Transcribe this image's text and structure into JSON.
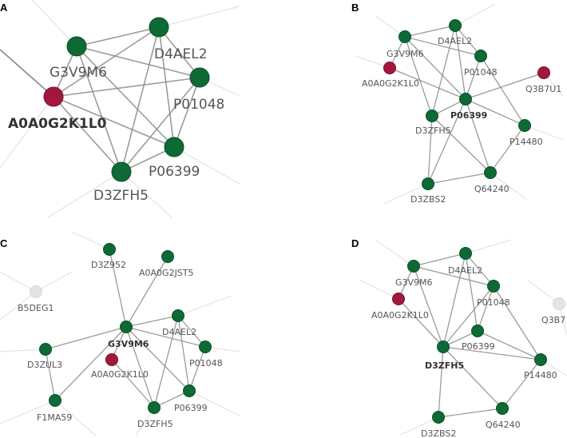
{
  "colors": {
    "green_node": "#0d6a35",
    "green_stroke": "#0a4f28",
    "red_node": "#a3173d",
    "red_stroke": "#7a1030",
    "grey_node": "#e4e4e4",
    "edge": "#8a8a8a",
    "faint_edge": "#e3e3e3",
    "label": "#555555"
  },
  "panels": [
    {
      "letter": "A",
      "nodes": [
        {
          "id": "A0A0G2K1L0",
          "label": "A0A0G2K1L0",
          "color": "red",
          "bold": true
        },
        {
          "id": "G3V9M6",
          "label": "G3V9M6",
          "color": "green"
        },
        {
          "id": "D4AEL2",
          "label": "D4AEL2",
          "color": "green"
        },
        {
          "id": "P01048",
          "label": "P01048",
          "color": "green"
        },
        {
          "id": "P06399",
          "label": "P06399",
          "color": "green"
        },
        {
          "id": "D3ZFH5",
          "label": "D3ZFH5",
          "color": "green"
        }
      ],
      "edges": [
        [
          "A0A0G2K1L0",
          "G3V9M6"
        ],
        [
          "A0A0G2K1L0",
          "D4AEL2"
        ],
        [
          "A0A0G2K1L0",
          "P01048"
        ],
        [
          "A0A0G2K1L0",
          "P06399"
        ],
        [
          "A0A0G2K1L0",
          "D3ZFH5"
        ],
        [
          "G3V9M6",
          "D4AEL2"
        ],
        [
          "G3V9M6",
          "P01048"
        ],
        [
          "G3V9M6",
          "D3ZFH5"
        ],
        [
          "G3V9M6",
          "P06399"
        ],
        [
          "D4AEL2",
          "P01048"
        ],
        [
          "D4AEL2",
          "D3ZFH5"
        ],
        [
          "D4AEL2",
          "P06399"
        ],
        [
          "P01048",
          "P06399"
        ],
        [
          "P01048",
          "D3ZFH5"
        ],
        [
          "D3ZFH5",
          "P06399"
        ]
      ]
    },
    {
      "letter": "B",
      "nodes": [
        {
          "id": "G3V9M6",
          "label": "G3V9M6",
          "color": "green"
        },
        {
          "id": "D4AEL2",
          "label": "D4AEL2",
          "color": "green"
        },
        {
          "id": "A0A0G2K1L0",
          "label": "A0A0G2K1L0",
          "color": "red"
        },
        {
          "id": "P01048",
          "label": "P01048",
          "color": "green"
        },
        {
          "id": "Q3B7U1",
          "label": "Q3B7U1",
          "color": "red"
        },
        {
          "id": "P06399",
          "label": "P06399",
          "color": "green",
          "bold": true
        },
        {
          "id": "D3ZFH5",
          "label": "D3ZFH5",
          "color": "green"
        },
        {
          "id": "P14480",
          "label": "P14480",
          "color": "green"
        },
        {
          "id": "D3ZBS2",
          "label": "D3ZBS2",
          "color": "green"
        },
        {
          "id": "Q64240",
          "label": "Q64240",
          "color": "green"
        }
      ],
      "edges": [
        [
          "P06399",
          "G3V9M6"
        ],
        [
          "P06399",
          "D4AEL2"
        ],
        [
          "P06399",
          "A0A0G2K1L0"
        ],
        [
          "P06399",
          "P01048"
        ],
        [
          "P06399",
          "Q3B7U1"
        ],
        [
          "P06399",
          "D3ZFH5"
        ],
        [
          "P06399",
          "P14480"
        ],
        [
          "P06399",
          "D3ZBS2"
        ],
        [
          "P06399",
          "Q64240"
        ],
        [
          "G3V9M6",
          "D4AEL2"
        ],
        [
          "G3V9M6",
          "P01048"
        ],
        [
          "G3V9M6",
          "D3ZFH5"
        ],
        [
          "G3V9M6",
          "A0A0G2K1L0"
        ],
        [
          "D4AEL2",
          "P01048"
        ],
        [
          "D4AEL2",
          "D3ZFH5"
        ],
        [
          "P01048",
          "P14480"
        ],
        [
          "D3ZFH5",
          "D3ZBS2"
        ],
        [
          "D3ZFH5",
          "Q64240"
        ],
        [
          "P14480",
          "Q64240"
        ],
        [
          "D3ZBS2",
          "Q64240"
        ]
      ]
    },
    {
      "letter": "C",
      "nodes": [
        {
          "id": "D3Z952",
          "label": "D3Z952",
          "color": "green"
        },
        {
          "id": "A0A0G2JST5",
          "label": "A0A0G2JST5",
          "color": "green"
        },
        {
          "id": "B5DEG1",
          "label": "B5DEG1",
          "color": "grey"
        },
        {
          "id": "G3V9M6",
          "label": "G3V9M6",
          "color": "green",
          "bold": true
        },
        {
          "id": "D4AEL2",
          "label": "D4AEL2",
          "color": "green"
        },
        {
          "id": "D3ZUL3",
          "label": "D3ZUL3",
          "color": "green"
        },
        {
          "id": "A0A0G2K1L0",
          "label": "A0A0G2K1L0",
          "color": "red"
        },
        {
          "id": "P01048",
          "label": "P01048",
          "color": "green"
        },
        {
          "id": "P06399",
          "label": "P06399",
          "color": "green"
        },
        {
          "id": "F1MA59",
          "label": "F1MA59",
          "color": "green"
        },
        {
          "id": "D3ZFH5",
          "label": "D3ZFH5",
          "color": "green"
        }
      ],
      "edges": [
        [
          "G3V9M6",
          "D3Z952"
        ],
        [
          "G3V9M6",
          "A0A0G2JST5"
        ],
        [
          "G3V9M6",
          "D4AEL2"
        ],
        [
          "G3V9M6",
          "D3ZUL3"
        ],
        [
          "G3V9M6",
          "A0A0G2K1L0"
        ],
        [
          "G3V9M6",
          "P01048"
        ],
        [
          "G3V9M6",
          "P06399"
        ],
        [
          "G3V9M6",
          "D3ZFH5"
        ],
        [
          "G3V9M6",
          "F1MA59"
        ],
        [
          "D3ZUL3",
          "F1MA59"
        ],
        [
          "D4AEL2",
          "P01048"
        ],
        [
          "D4AEL2",
          "D3ZFH5"
        ],
        [
          "D4AEL2",
          "P06399"
        ],
        [
          "A0A0G2K1L0",
          "D3ZFH5"
        ],
        [
          "P01048",
          "P06399"
        ],
        [
          "D3ZFH5",
          "P06399"
        ]
      ]
    },
    {
      "letter": "D",
      "nodes": [
        {
          "id": "D4AEL2",
          "label": "D4AEL2",
          "color": "green"
        },
        {
          "id": "G3V9M6",
          "label": "G3V9M6",
          "color": "green"
        },
        {
          "id": "P01048",
          "label": "P01048",
          "color": "green"
        },
        {
          "id": "A0A0G2K1L0",
          "label": "A0A0G2K1L0",
          "color": "red"
        },
        {
          "id": "Q3B7",
          "label": "Q3B7",
          "color": "grey"
        },
        {
          "id": "P06399",
          "label": "P06399",
          "color": "green"
        },
        {
          "id": "D3ZFH5",
          "label": "D3ZFH5",
          "color": "green",
          "bold": true
        },
        {
          "id": "P14480",
          "label": "P14480",
          "color": "green"
        },
        {
          "id": "Q64240",
          "label": "Q64240",
          "color": "green"
        },
        {
          "id": "D3ZBS2",
          "label": "D3ZBS2",
          "color": "green"
        }
      ],
      "edges": [
        [
          "D3ZFH5",
          "D4AEL2"
        ],
        [
          "D3ZFH5",
          "G3V9M6"
        ],
        [
          "D3ZFH5",
          "P01048"
        ],
        [
          "D3ZFH5",
          "A0A0G2K1L0"
        ],
        [
          "D3ZFH5",
          "P06399"
        ],
        [
          "D3ZFH5",
          "P14480"
        ],
        [
          "D3ZFH5",
          "Q64240"
        ],
        [
          "D3ZFH5",
          "D3ZBS2"
        ],
        [
          "G3V9M6",
          "D4AEL2"
        ],
        [
          "G3V9M6",
          "P01048"
        ],
        [
          "G3V9M6",
          "A0A0G2K1L0"
        ],
        [
          "D4AEL2",
          "P01048"
        ],
        [
          "D4AEL2",
          "P06399"
        ],
        [
          "P01048",
          "P06399"
        ],
        [
          "P01048",
          "P14480"
        ],
        [
          "P06399",
          "P14480"
        ],
        [
          "P14480",
          "Q64240"
        ],
        [
          "D3ZBS2",
          "Q64240"
        ]
      ]
    }
  ]
}
